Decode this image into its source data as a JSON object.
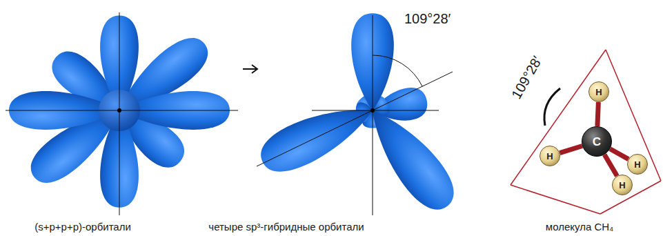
{
  "diagram": {
    "nodes": [
      {
        "text": [
          "H"
        ]
      },
      {
        "text": [
          "H"
        ]
      },
      {
        "text": [
          "C"
        ]
      },
      {
        "text": [
          "H"
        ]
      },
      {
        "text": [
          "H"
        ]
      }
    ],
    "edges": [
      {
        "from": 2,
        "to": 0,
        "arrow": "none"
      },
      {
        "from": 2,
        "to": 1,
        "arrow": "none"
      },
      {
        "from": 2,
        "to": 3,
        "arrow": "none"
      },
      {
        "from": 2,
        "to": 4,
        "arrow": "none"
      }
    ],
    "labels": [
      "109°28′",
      "109°28′",
      "(s+p+p+p)-орбитали",
      "четыре sp³-гибридные орбитали",
      "молекула CH₄"
    ]
  }
}
